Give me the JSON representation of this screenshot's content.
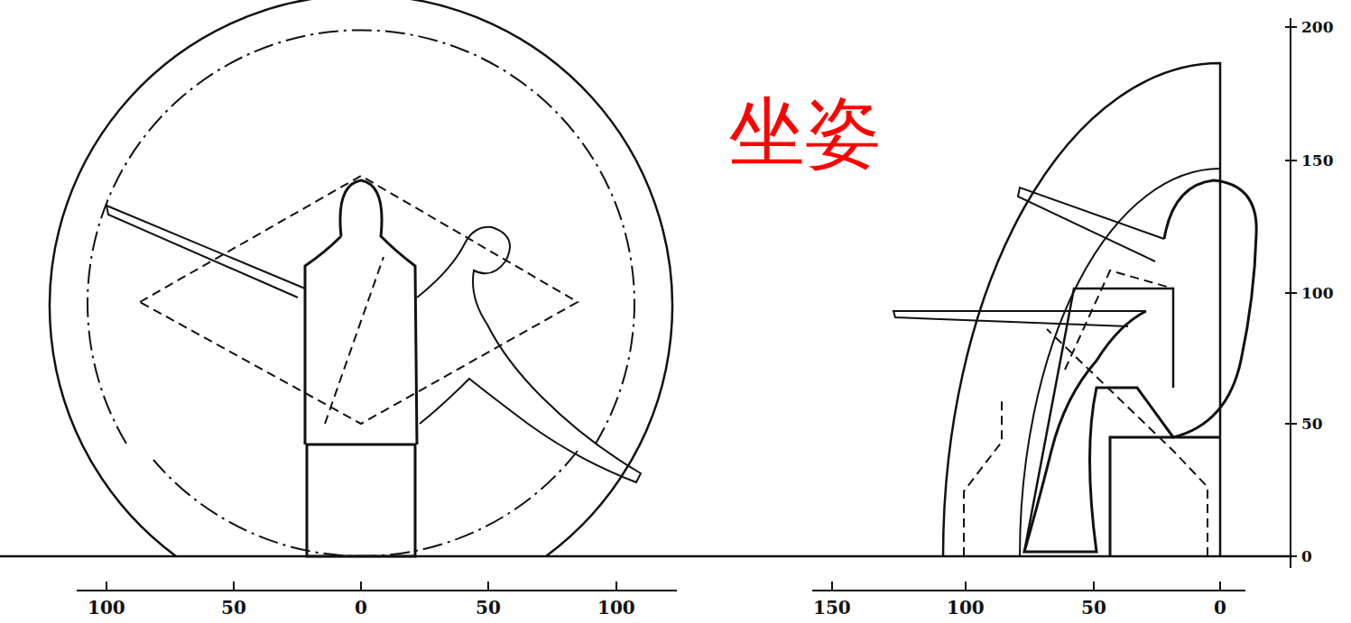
{
  "diagram": {
    "title": "坐姿",
    "labels": [
      "100",
      "50",
      "0",
      "50",
      "100",
      "150",
      "100",
      "50",
      "0",
      "200",
      "150",
      "100",
      "50",
      "0"
    ]
  }
}
